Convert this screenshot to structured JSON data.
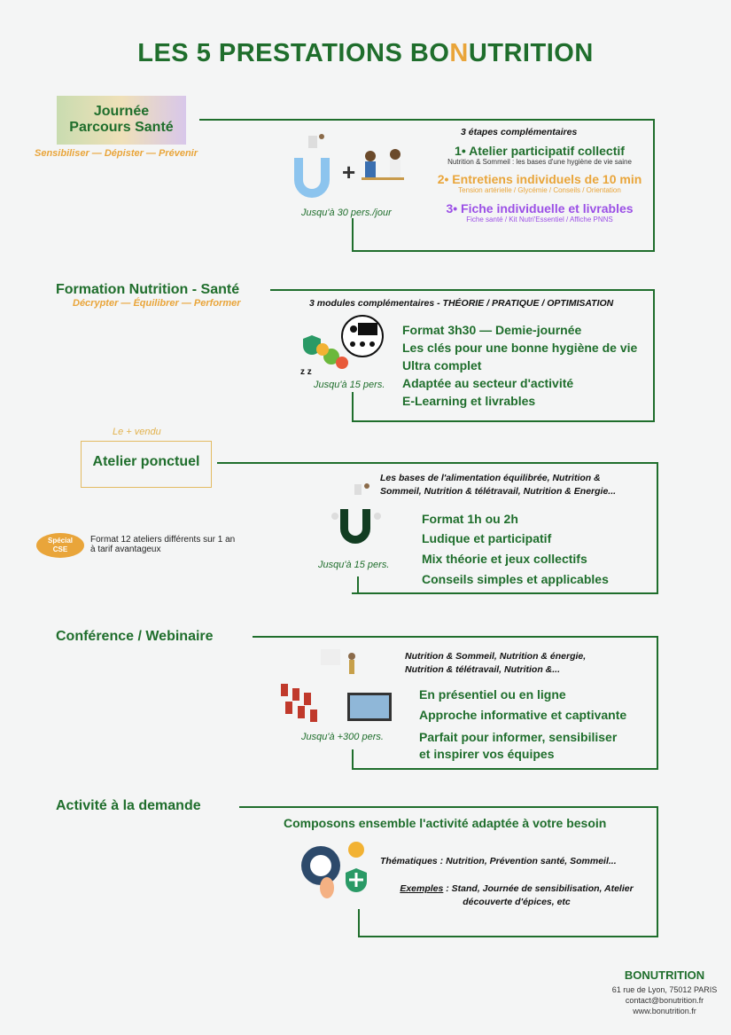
{
  "title": {
    "pre": "LES 5 PRESTATIONS BO",
    "mid": "N",
    "post": "UTRITION"
  },
  "s1": {
    "title_1": "Journée",
    "title_2": "Parcours Santé",
    "tagline": "Sensibiliser — Dépister — Prévenir",
    "capacity": "Jusqu'à 30 pers./jour",
    "header": "3 étapes complémentaires",
    "steps": [
      {
        "title": "1• Atelier participatif collectif",
        "detail": "Nutrition & Sommeil : les bases d'une hygiène de vie saine",
        "color": "#1f6e2c"
      },
      {
        "title": "2• Entretiens individuels de 10 min",
        "detail": "Tension artérielle / Glycémie / Conseils / Orientation",
        "color": "#e9a53a"
      },
      {
        "title": "3• Fiche individuelle et livrables",
        "detail": "Fiche santé / Kit Nutri'Essentiel / Affiche PNNS",
        "color": "#9b4fe6"
      }
    ]
  },
  "s2": {
    "title": "Formation Nutrition - Santé",
    "tagline": "Décrypter — Équilibrer — Performer",
    "header": "3 modules complémentaires - THÉORIE / PRATIQUE / OPTIMISATION",
    "capacity": "Jusqu'à 15 pers.",
    "items": [
      "Format 3h30 — Demie-journée",
      "Les clés pour une bonne hygiène de vie",
      "Ultra complet",
      "Adaptée au secteur d'activité",
      "E-Learning et livrables"
    ]
  },
  "s3": {
    "badge_top": "Le + vendu",
    "title": "Atelier ponctuel",
    "cse_badge_1": "Spécial",
    "cse_badge_2": "CSE",
    "cse_text_1": "Format 12 ateliers différents sur 1 an",
    "cse_text_2": "à tarif avantageux",
    "header_1": "Les bases de l'alimentation équilibrée, Nutrition &",
    "header_2": "Sommeil, Nutrition & télétravail, Nutrition & Energie...",
    "capacity": "Jusqu'à 15 pers.",
    "items": [
      "Format 1h ou 2h",
      "Ludique et participatif",
      "Mix théorie et jeux collectifs",
      "Conseils simples et applicables"
    ]
  },
  "s4": {
    "title": "Conférence / Webinaire",
    "header_1": "Nutrition & Sommeil, Nutrition & énergie,",
    "header_2": "Nutrition & télétravail, Nutrition &...",
    "capacity": "Jusqu'à +300 pers.",
    "items": [
      "En présentiel ou en ligne",
      "Approche informative et captivante",
      "Parfait pour informer, sensibiliser",
      "et inspirer vos équipes"
    ]
  },
  "s5": {
    "title": "Activité à la demande",
    "header": "Composons ensemble l'activité adaptée à votre besoin",
    "themes": "Thématiques : Nutrition, Prévention santé, Sommeil...",
    "examples_label": "Exemples",
    "examples_1": " : Stand, Journée de sensibilisation, Atelier",
    "examples_2": "découverte d'épices, etc"
  },
  "footer": {
    "logo": "BONUTRITION",
    "address": "61 rue de Lyon, 75012 PARIS",
    "email": "contact@bonutrition.fr",
    "website": "www.bonutrition.fr"
  }
}
